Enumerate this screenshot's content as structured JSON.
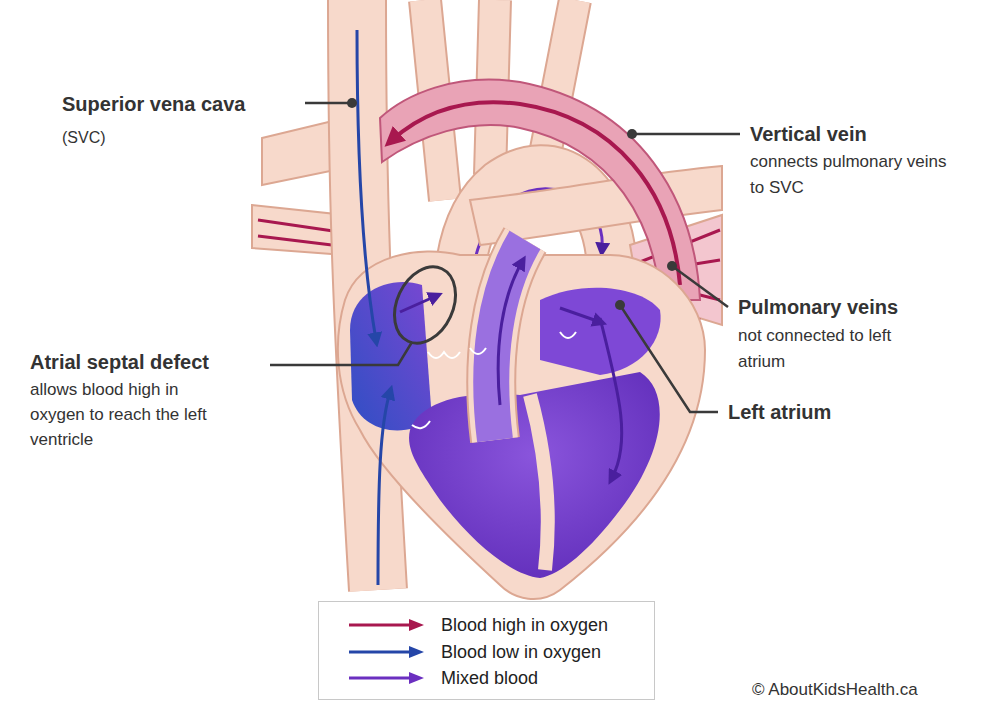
{
  "diagram": {
    "labels": [
      "Superior vena cava",
      "(SVC)",
      "Vertical vein",
      "connects pulmonary veins to SVC",
      "Pulmonary veins",
      "not connected to left atrium",
      "Atrial septal defect",
      "allows blood high in oxygen to reach the left ventricle",
      "Left atrium",
      "© AboutKidsHealth.ca"
    ],
    "legend": [
      {
        "text": "Blood high in oxygen",
        "color": "#a8184f"
      },
      {
        "text": "Blood low in oxygen",
        "color": "#2546a8"
      },
      {
        "text": "Mixed blood",
        "color": "#6b2fc0"
      }
    ]
  }
}
